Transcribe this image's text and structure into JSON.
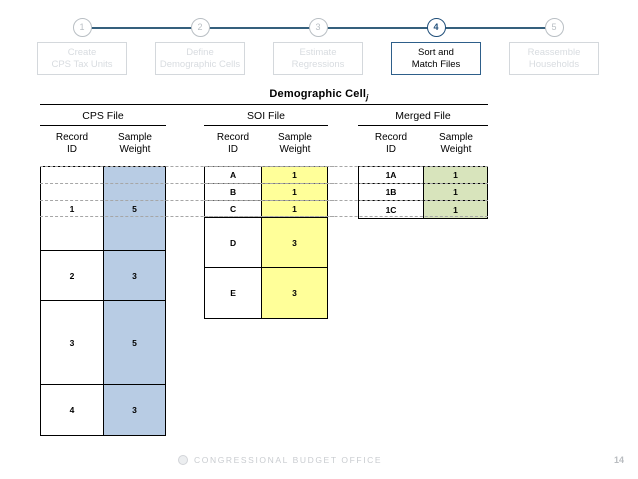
{
  "steps": {
    "active_index": 3,
    "line_color": "#35607d",
    "items": [
      {
        "number": "1",
        "line1": "Create",
        "line2": "CPS Tax Units"
      },
      {
        "number": "2",
        "line1": "Define",
        "line2": "Demographic Cells"
      },
      {
        "number": "3",
        "line1": "Estimate",
        "line2": "Regressions"
      },
      {
        "number": "4",
        "line1": "Sort and",
        "line2": "Match Files"
      },
      {
        "number": "5",
        "line1": "Reassemble",
        "line2": "Households"
      }
    ]
  },
  "title": {
    "text": "Demographic Cell",
    "subscript": "j"
  },
  "columns": {
    "record_id": "Record\nID",
    "record_id_line1": "Record",
    "record_id_line2": "ID",
    "sample_weight_line1": "Sample",
    "sample_weight_line2": "Weight"
  },
  "tables": [
    {
      "name": "cps",
      "header": "CPS File",
      "fill": "#b8cce4",
      "rows": [
        {
          "id": "1",
          "weight": "5"
        },
        {
          "id": "2",
          "weight": "3"
        },
        {
          "id": "3",
          "weight": "5"
        },
        {
          "id": "4",
          "weight": "3"
        }
      ]
    },
    {
      "name": "soi",
      "header": "SOI File",
      "fill": "#ffff99",
      "rows": [
        {
          "id": "A",
          "weight": "1"
        },
        {
          "id": "B",
          "weight": "1"
        },
        {
          "id": "C",
          "weight": "1"
        },
        {
          "id": "D",
          "weight": "3"
        },
        {
          "id": "E",
          "weight": "3"
        }
      ]
    },
    {
      "name": "merged",
      "header": "Merged File",
      "fill": "#d8e4bc",
      "rows": [
        {
          "id": "1A",
          "weight": "1"
        },
        {
          "id": "1B",
          "weight": "1"
        },
        {
          "id": "1C",
          "weight": "1"
        }
      ]
    }
  ],
  "footer": {
    "organization": "CONGRESSIONAL BUDGET OFFICE",
    "page_number": "14"
  }
}
